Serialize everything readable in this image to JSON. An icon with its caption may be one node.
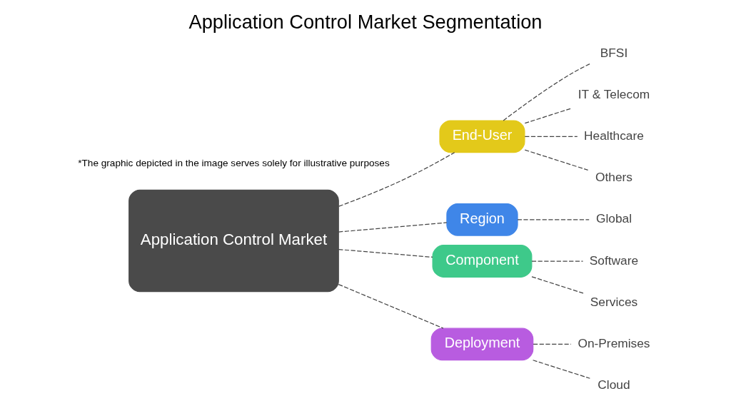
{
  "diagram": {
    "title": "Application Control Market Segmentation",
    "nodes": [
      {
        "text": [
          "Application Control Market"
        ]
      },
      {
        "text": [
          "End-User"
        ]
      },
      {
        "text": [
          "BFSI"
        ]
      },
      {
        "text": [
          "IT & Telecom"
        ]
      },
      {
        "text": [
          "Healthcare"
        ]
      },
      {
        "text": [
          "Others"
        ]
      },
      {
        "text": [
          "Region"
        ]
      },
      {
        "text": [
          "Global"
        ]
      },
      {
        "text": [
          "Component"
        ]
      },
      {
        "text": [
          "Software"
        ]
      },
      {
        "text": [
          "Services"
        ]
      },
      {
        "text": [
          "Deployment"
        ]
      },
      {
        "text": [
          "On-Premises"
        ]
      },
      {
        "text": [
          "Cloud"
        ]
      }
    ],
    "edges": [
      {
        "from": 0,
        "to": 1,
        "arrow": "none",
        "style": "dashed"
      },
      {
        "from": 1,
        "to": 2,
        "arrow": "none",
        "style": "dashed"
      },
      {
        "from": 1,
        "to": 3,
        "arrow": "none",
        "style": "dashed"
      },
      {
        "from": 1,
        "to": 4,
        "arrow": "none",
        "style": "dashed"
      },
      {
        "from": 1,
        "to": 5,
        "arrow": "none",
        "style": "dashed"
      },
      {
        "from": 0,
        "to": 6,
        "arrow": "none",
        "style": "dashed"
      },
      {
        "from": 6,
        "to": 7,
        "arrow": "none",
        "style": "dashed"
      },
      {
        "from": 0,
        "to": 8,
        "arrow": "none",
        "style": "dashed"
      },
      {
        "from": 8,
        "to": 9,
        "arrow": "none",
        "style": "dashed"
      },
      {
        "from": 8,
        "to": 10,
        "arrow": "none",
        "style": "dashed"
      },
      {
        "from": 0,
        "to": 11,
        "arrow": "none",
        "style": "dashed"
      },
      {
        "from": 11,
        "to": 12,
        "arrow": "none",
        "style": "dashed"
      },
      {
        "from": 11,
        "to": 13,
        "arrow": "none",
        "style": "dashed"
      }
    ],
    "labels": [
      "*The graphic depicted in the image serves solely for illustrative purposes"
    ]
  }
}
